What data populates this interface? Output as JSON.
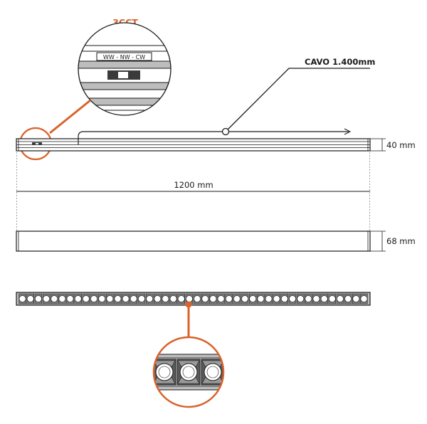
{
  "labels": {
    "cct_title": "3CCT",
    "cct_switch": "WW - NW - CW",
    "cable": "CAVO 1.400mm",
    "height_side": "40 mm",
    "length": "1200 mm",
    "height_front": "68 mm"
  },
  "colors": {
    "accent": "#d9632a",
    "line": "#1a1a1a",
    "fill_grey": "#bdbdbd",
    "dark": "#3a3a3a"
  },
  "led_count": 44,
  "icons": {
    "cct_zoom": "magnifier-circle",
    "led_zoom": "magnifier-circle"
  }
}
